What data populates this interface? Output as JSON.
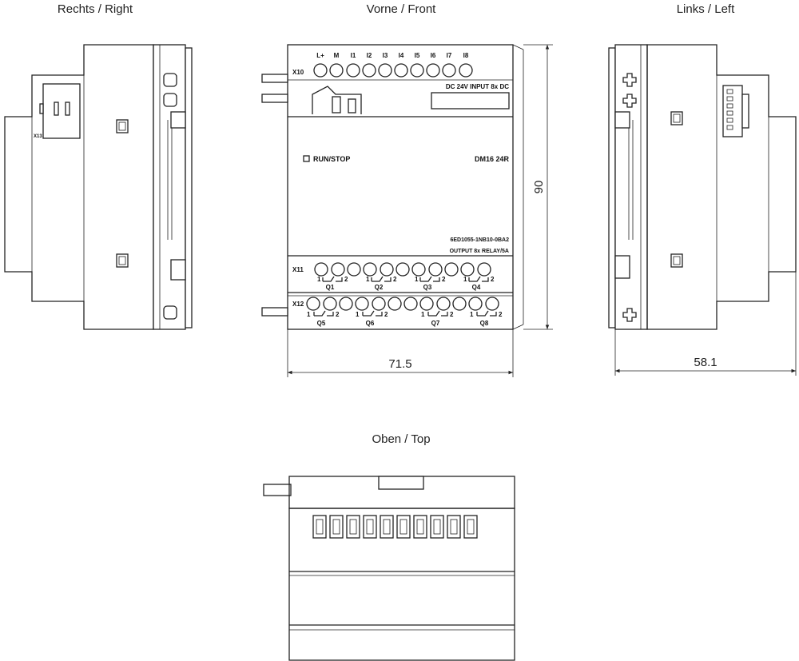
{
  "views": {
    "right_title": "Rechts / Right",
    "front_title": "Vorne / Front",
    "left_title": "Links / Left",
    "top_title": "Oben / Top"
  },
  "right_view": {
    "connector_label": "X13"
  },
  "front_view": {
    "x10_label": "X10",
    "x11_label": "X11",
    "x12_label": "X12",
    "input_terminals": [
      "L+",
      "M",
      "I1",
      "I2",
      "I3",
      "I4",
      "I5",
      "I6",
      "I7",
      "I8"
    ],
    "input_spec": "DC 24V INPUT 8x DC",
    "run_stop": "RUN/STOP",
    "model": "DM16 24R",
    "order_number": "6ED1055-1NB10-0BA2",
    "output_spec": "OUTPUT 8x RELAY/5A",
    "relay_pin_1": "1",
    "relay_pin_2": "2",
    "outputs_x11": [
      "Q1",
      "Q2",
      "Q3",
      "Q4"
    ],
    "outputs_x12": [
      "Q5",
      "Q6",
      "Q7",
      "Q8"
    ]
  },
  "dimensions": {
    "height": "90",
    "width": "71.5",
    "depth": "58.1"
  }
}
